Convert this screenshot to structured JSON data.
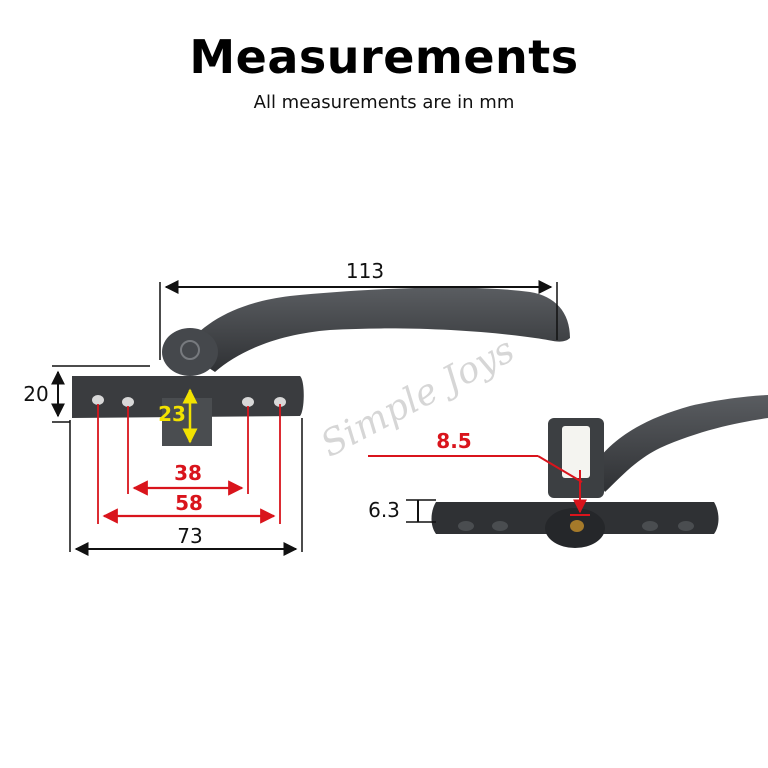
{
  "header": {
    "title": "Measurements",
    "subtitle": "All measurements are in mm"
  },
  "watermark": "Simple Joys",
  "dimensions": {
    "handle_length": "113",
    "base_height": "20",
    "spindle_height": "23",
    "inner_hole_spacing": "38",
    "outer_hole_spacing": "58",
    "base_length": "73",
    "spindle_offset": "8.5",
    "base_thickness": "6.3"
  },
  "colors": {
    "handle": "#3a3c3f",
    "handle_highlight": "#55585c",
    "dimension_black": "#111111",
    "dimension_red": "#d9141c",
    "dimension_yellow": "#f2e200"
  }
}
